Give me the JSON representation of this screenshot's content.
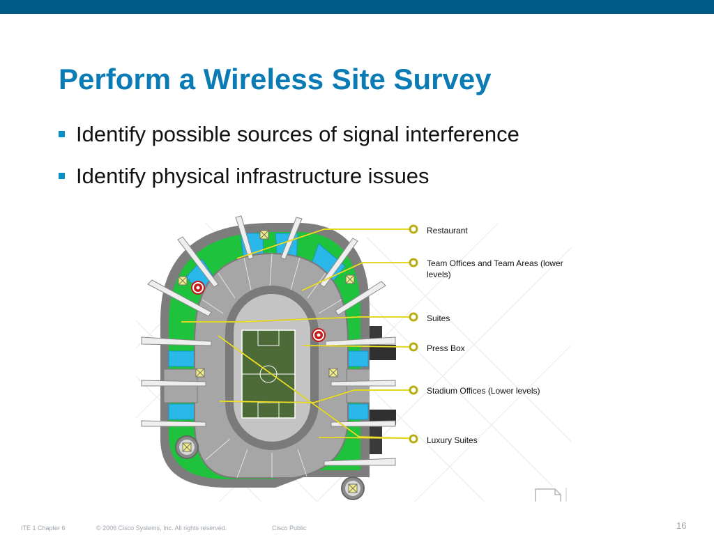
{
  "slide": {
    "title": "Perform a Wireless Site Survey",
    "bullets": [
      "Identify possible sources of signal interference",
      "Identify physical infrastructure issues"
    ]
  },
  "diagram": {
    "callouts": [
      "Restaurant",
      "Team Offices and Team Areas (lower levels)",
      "Suites",
      "Press Box",
      "Stadium Offices (Lower levels)",
      "Luxury Suites"
    ]
  },
  "footer": {
    "course": "ITE 1 Chapter 6",
    "copyright": "© 2006 Cisco Systems, Inc. All rights reserved.",
    "classification": "Cisco Public",
    "page_number": "16"
  },
  "colors": {
    "header_bar": "#005a85",
    "title": "#0a7bb5",
    "bullet": "#0a90c8",
    "seating_green": "#1fc23c",
    "seating_blue": "#2ab7ea",
    "concourse_gray": "#a8a8a8",
    "field_green": "#4d6b38",
    "callout_yellow": "#ecdf2a"
  }
}
